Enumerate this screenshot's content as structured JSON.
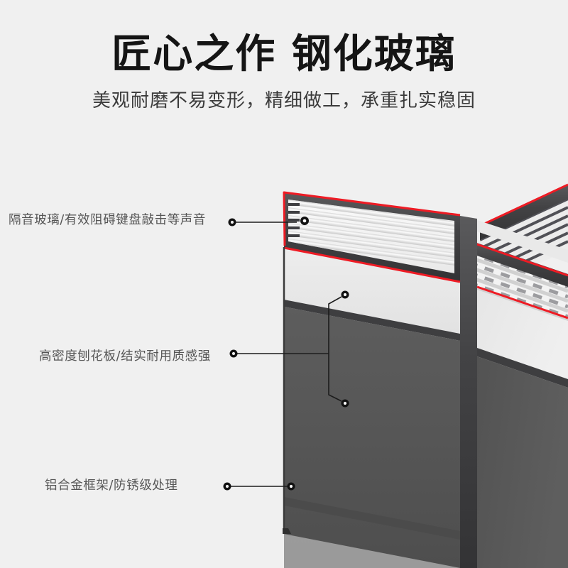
{
  "header": {
    "title": "匠心之作 钢化玻璃",
    "subtitle": "美观耐磨不易变形，精细做工，承重扎实稳固"
  },
  "callouts": [
    {
      "id": "sound-proof-glass",
      "label": "隔音玻璃/有效阻碍键盘敲击等声音",
      "dot_color": "#111111"
    },
    {
      "id": "high-density-particle-board",
      "label": "高密度刨花板/结实耐用质感强",
      "dot_color": "#111111"
    },
    {
      "id": "aluminium-alloy-frame",
      "label": "铝合金框架/防锈级处理",
      "dot_color": "#111111"
    }
  ],
  "colors": {
    "background": "#f0f0f0",
    "title_text": "#151515",
    "subtitle_text": "#3b3b3b",
    "callout_text": "#555555",
    "accent_red": "#ee1b24",
    "frame_dark": "#4a4a4c",
    "frame_darker": "#3a3a3c",
    "panel_dark": "#575757",
    "panel_light": "#e8e8e8",
    "glass_light": "#f2f2f2",
    "leader_line": "#1c1c1c"
  },
  "product": {
    "name": "office-partition-workstation",
    "sections": [
      "tempered-glass-louver-screen",
      "light-particle-board-band",
      "dark-particle-board-panel",
      "aluminium-frame-post",
      "base-skirting-foot"
    ]
  }
}
